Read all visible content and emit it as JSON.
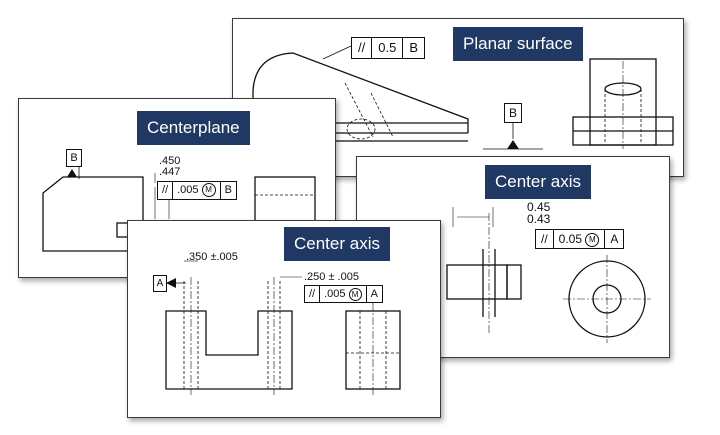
{
  "cards": {
    "planar": {
      "title": "Planar surface",
      "fcf": {
        "symbol": "//",
        "tolerance": "0.5",
        "datum": "B"
      },
      "datum_label": "B"
    },
    "centerplane": {
      "title": "Centerplane",
      "datum_label": "B",
      "dim_upper": ".450",
      "dim_lower": ".447",
      "fcf": {
        "symbol": "//",
        "tolerance": ".005",
        "modifier": "M",
        "datum": "B"
      }
    },
    "center_axis_right": {
      "title": "Center axis",
      "dim_upper": "0.45",
      "dim_lower": "0.43",
      "fcf": {
        "symbol": "//",
        "tolerance": "0.05",
        "modifier": "M",
        "datum": "A"
      }
    },
    "center_axis_front": {
      "title": "Center axis",
      "datum_label": "A",
      "dim_left": ".350 ±.005",
      "dim_right": ".250 ± .005",
      "fcf": {
        "symbol": "//",
        "tolerance": ".005",
        "modifier": "M",
        "datum": "A"
      }
    }
  }
}
